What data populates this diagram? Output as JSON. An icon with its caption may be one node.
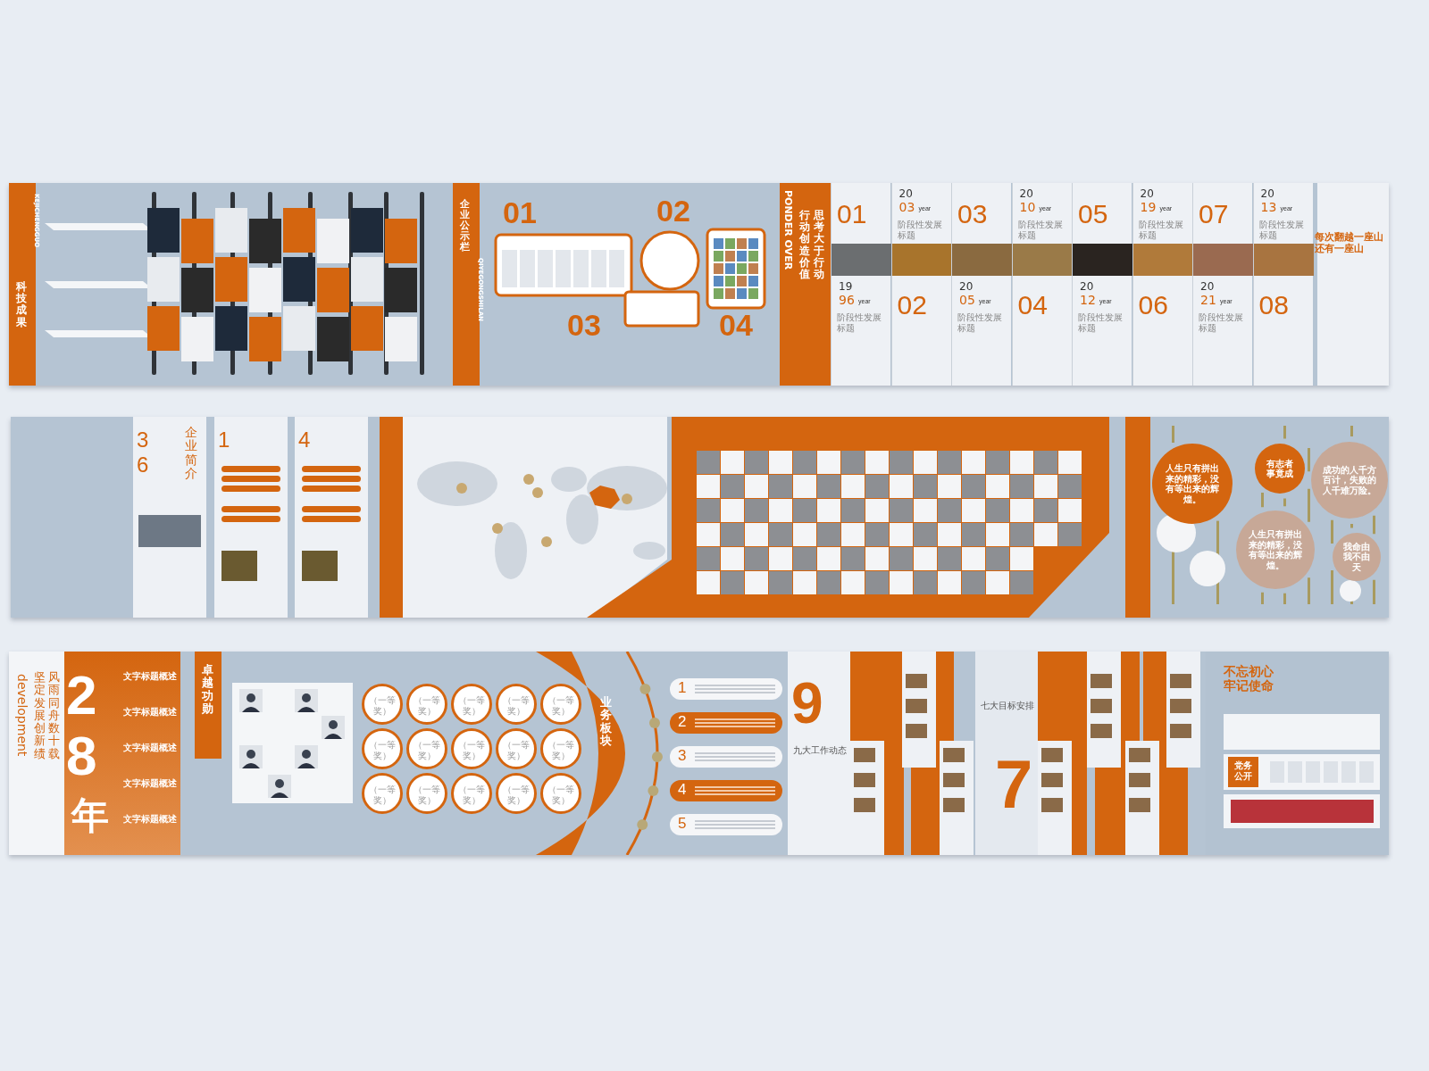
{
  "diagram": {
    "nodes": [
      {
        "text": [],
        "shape": "box"
      },
      {
        "text": [
          "科技成果",
          "KEJICHENGGUO"
        ],
        "in": 0
      },
      {
        "text": [
          "企业公示栏",
          "QIYEGONGSHILAN"
        ],
        "in": 0
      },
      {
        "text": [
          "01",
          "02",
          "03",
          "04"
        ],
        "in": 0
      },
      {
        "text": [
          "PONDER OVER",
          "行动创造价值",
          "思考大于行动"
        ],
        "in": 0
      },
      {
        "text": [
          "01",
          "19",
          "96",
          "year",
          "阶段性发展标题"
        ],
        "in": 0
      },
      {
        "text": [
          "20",
          "03",
          "year",
          "阶段性发展标题",
          "02"
        ],
        "in": 0
      },
      {
        "text": [
          "03",
          "20",
          "05",
          "year",
          "阶段性发展标题"
        ],
        "in": 0
      },
      {
        "text": [
          "20",
          "10",
          "year",
          "阶段性发展标题",
          "04"
        ],
        "in": 0
      },
      {
        "text": [
          "05",
          "20",
          "12",
          "year",
          "阶段性发展标题"
        ],
        "in": 0
      },
      {
        "text": [
          "20",
          "19",
          "year",
          "阶段性发展标题",
          "06"
        ],
        "in": 0
      },
      {
        "text": [
          "07",
          "20",
          "21",
          "year",
          "阶段性发展标题"
        ],
        "in": 0
      },
      {
        "text": [
          "20",
          "13",
          "year",
          "阶段性发展标题",
          "08"
        ],
        "in": 0
      },
      {
        "text": [
          "每次翻越一座山还有一座山"
        ],
        "in": 0
      },
      {
        "text": [],
        "shape": "box"
      },
      {
        "text": [
          "3",
          "6",
          "企业简介"
        ],
        "in": 14
      },
      {
        "text": [
          "1"
        ],
        "in": 14
      },
      {
        "text": [
          "4"
        ],
        "in": 14
      },
      {
        "text": [
          "人生只有拼出来的精彩，没有等出来的辉煌。"
        ],
        "in": 14
      },
      {
        "text": [
          "有志者事竟成"
        ],
        "in": 14
      },
      {
        "text": [
          "成功的人千方百计，失败的人千难万险。"
        ],
        "in": 14
      },
      {
        "text": [
          "人生只有拼出来的精彩，没有等出来的辉煌。"
        ],
        "in": 14
      },
      {
        "text": [
          "我命由我不由天"
        ],
        "in": 14
      },
      {
        "text": [],
        "shape": "box"
      },
      {
        "text": [
          "development",
          "坚定发展创新绩",
          "风雨同舟数十载",
          "28",
          "年",
          "文字标题概述",
          "文字标题概述",
          "文字标题概述",
          "文字标题概述",
          "文字标题概述"
        ],
        "in": 23
      },
      {
        "text": [
          "卓越功勋"
        ],
        "in": 23
      },
      {
        "text": [
          "（一等奖）"
        ],
        "in": 23
      },
      {
        "text": [
          "（一等奖）"
        ],
        "in": 23
      },
      {
        "text": [
          "（一等奖）"
        ],
        "in": 23
      },
      {
        "text": [
          "（一等奖）"
        ],
        "in": 23
      },
      {
        "text": [
          "（一等奖）"
        ],
        "in": 23
      },
      {
        "text": [
          "（一等奖）"
        ],
        "in": 23
      },
      {
        "text": [
          "（一等奖）"
        ],
        "in": 23
      },
      {
        "text": [
          "（一等奖）"
        ],
        "in": 23
      },
      {
        "text": [
          "（一等奖）"
        ],
        "in": 23
      },
      {
        "text": [
          "（一等奖）"
        ],
        "in": 23
      },
      {
        "text": [
          "（一等奖）"
        ],
        "in": 23
      },
      {
        "text": [
          "（一等奖）"
        ],
        "in": 23
      },
      {
        "text": [
          "（一等奖）"
        ],
        "in": 23
      },
      {
        "text": [
          "（一等奖）"
        ],
        "in": 23
      },
      {
        "text": [
          "（一等奖）"
        ],
        "in": 23
      },
      {
        "text": [
          "业务板块"
        ],
        "in": 23
      },
      {
        "text": [
          "1"
        ],
        "in": 23
      },
      {
        "text": [
          "2"
        ],
        "in": 23
      },
      {
        "text": [
          "3"
        ],
        "in": 23
      },
      {
        "text": [
          "4"
        ],
        "in": 23
      },
      {
        "text": [
          "5"
        ],
        "in": 23
      },
      {
        "text": [
          "9",
          "九大工作动态"
        ],
        "in": 23
      },
      {
        "text": [
          "七大目标安排",
          "7"
        ],
        "in": 23
      },
      {
        "text": [
          "不忘初心牢记使命"
        ],
        "in": 23
      },
      {
        "text": [
          "党务公开"
        ],
        "in": 49
      }
    ]
  }
}
